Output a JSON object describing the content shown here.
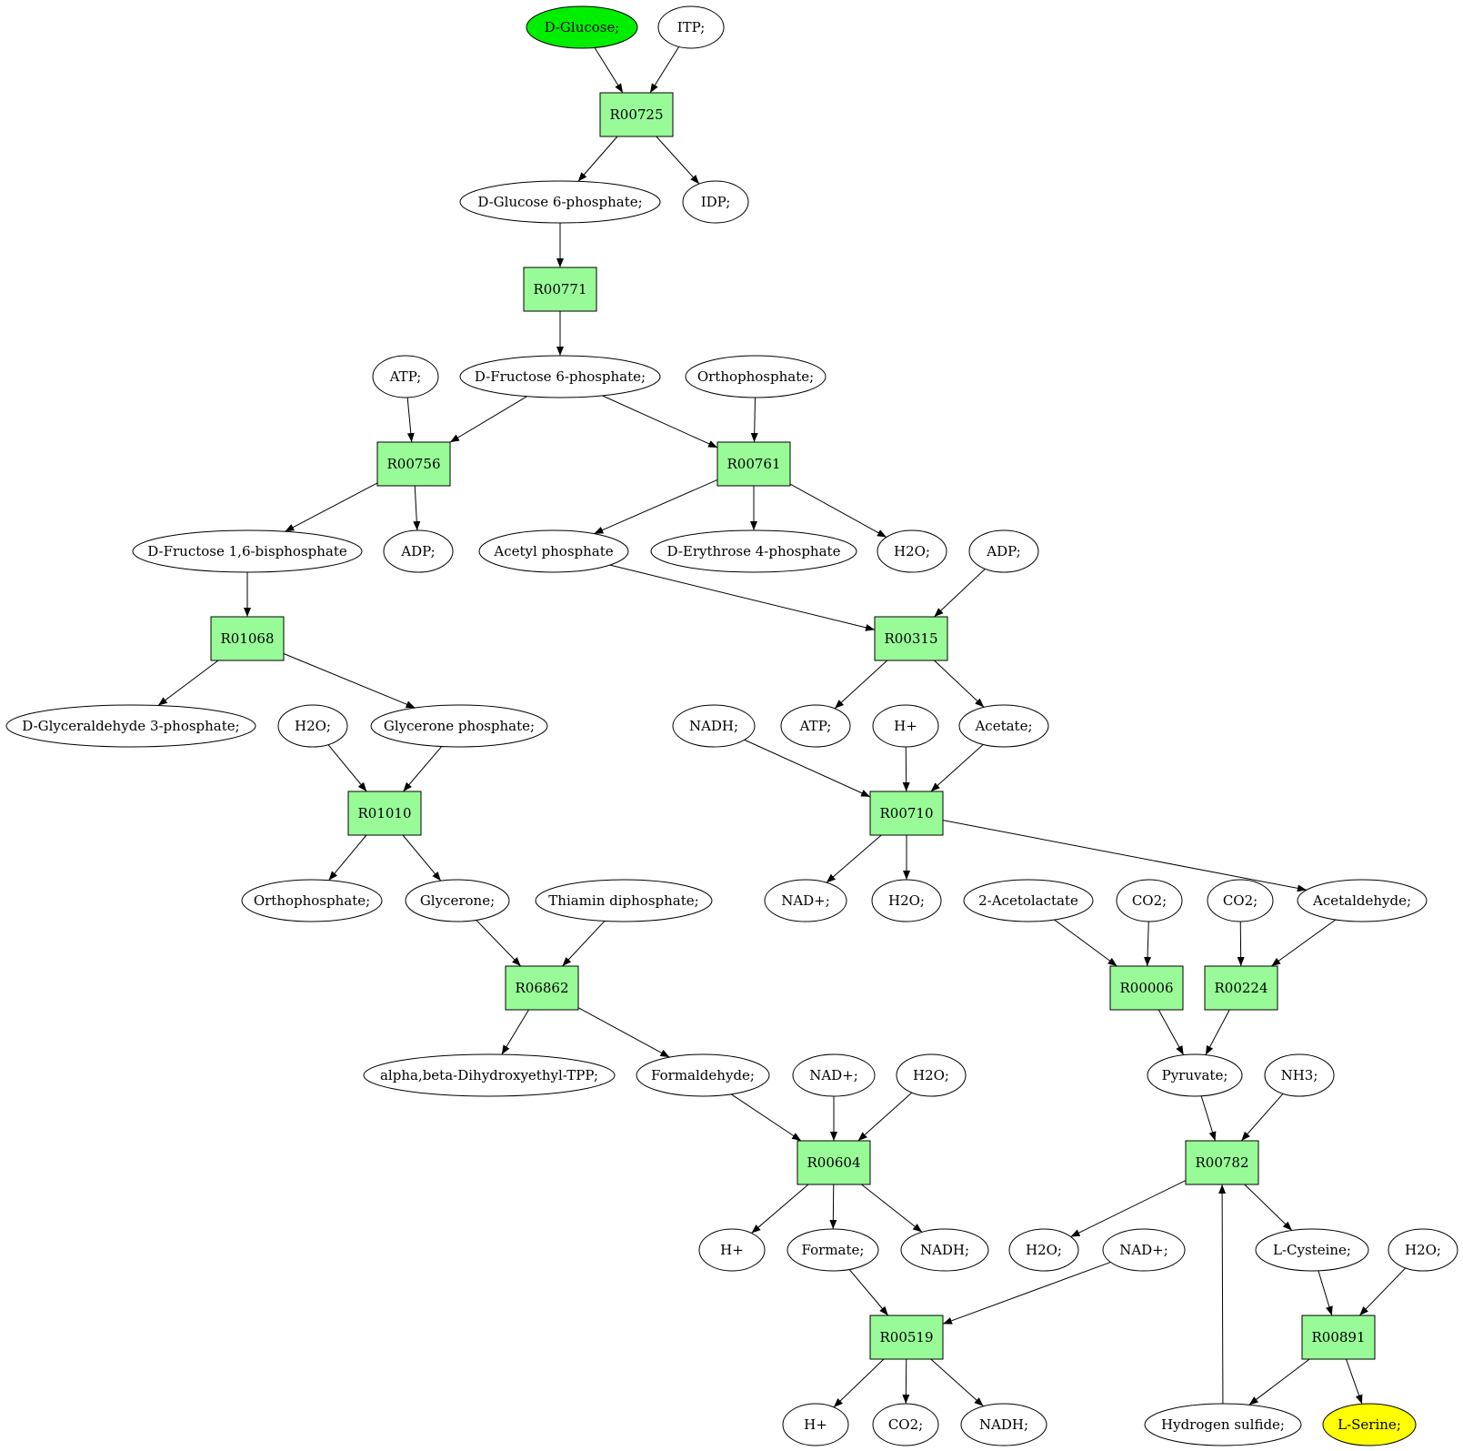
{
  "colors": {
    "reaction_fill": "#98fb98",
    "start_fill": "#00ee00",
    "target_fill": "#ffff00",
    "compound_fill": "#ffffff",
    "stroke": "#000000"
  },
  "nodes": [
    {
      "id": "c_glucose",
      "kind": "compound",
      "role": "start",
      "label": "D-Glucose;"
    },
    {
      "id": "c_itp",
      "kind": "compound",
      "label": "ITP;"
    },
    {
      "id": "r00725",
      "kind": "reaction",
      "label": "R00725"
    },
    {
      "id": "c_g6p",
      "kind": "compound",
      "label": "D-Glucose 6-phosphate;"
    },
    {
      "id": "c_idp",
      "kind": "compound",
      "label": "IDP;"
    },
    {
      "id": "r00771",
      "kind": "reaction",
      "label": "R00771"
    },
    {
      "id": "c_atp1",
      "kind": "compound",
      "label": "ATP;"
    },
    {
      "id": "c_f6p",
      "kind": "compound",
      "label": "D-Fructose 6-phosphate;"
    },
    {
      "id": "c_pi1",
      "kind": "compound",
      "label": "Orthophosphate;"
    },
    {
      "id": "r00756",
      "kind": "reaction",
      "label": "R00756"
    },
    {
      "id": "r00761",
      "kind": "reaction",
      "label": "R00761"
    },
    {
      "id": "c_fbp",
      "kind": "compound",
      "label": "D-Fructose 1,6-bisphosphate"
    },
    {
      "id": "c_adp1",
      "kind": "compound",
      "label": "ADP;"
    },
    {
      "id": "c_acp",
      "kind": "compound",
      "label": "Acetyl phosphate"
    },
    {
      "id": "c_e4p",
      "kind": "compound",
      "label": "D-Erythrose 4-phosphate"
    },
    {
      "id": "c_h2o1",
      "kind": "compound",
      "label": "H2O;"
    },
    {
      "id": "c_adp2",
      "kind": "compound",
      "label": "ADP;"
    },
    {
      "id": "r01068",
      "kind": "reaction",
      "label": "R01068"
    },
    {
      "id": "r00315",
      "kind": "reaction",
      "label": "R00315"
    },
    {
      "id": "c_gap",
      "kind": "compound",
      "label": "D-Glyceraldehyde 3-phosphate;"
    },
    {
      "id": "c_h2o2",
      "kind": "compound",
      "label": "H2O;"
    },
    {
      "id": "c_dhap",
      "kind": "compound",
      "label": "Glycerone phosphate;"
    },
    {
      "id": "c_nadh1",
      "kind": "compound",
      "label": "NADH;"
    },
    {
      "id": "c_atp2",
      "kind": "compound",
      "label": "ATP;"
    },
    {
      "id": "c_h1",
      "kind": "compound",
      "label": "H+"
    },
    {
      "id": "c_acetate",
      "kind": "compound",
      "label": "Acetate;"
    },
    {
      "id": "r01010",
      "kind": "reaction",
      "label": "R01010"
    },
    {
      "id": "r00710",
      "kind": "reaction",
      "label": "R00710"
    },
    {
      "id": "c_pi2",
      "kind": "compound",
      "label": "Orthophosphate;"
    },
    {
      "id": "c_glycerone",
      "kind": "compound",
      "label": "Glycerone;"
    },
    {
      "id": "c_tpp",
      "kind": "compound",
      "label": "Thiamin diphosphate;"
    },
    {
      "id": "c_nad1",
      "kind": "compound",
      "label": "NAD+;"
    },
    {
      "id": "c_h2o3",
      "kind": "compound",
      "label": "H2O;"
    },
    {
      "id": "c_acetolactate",
      "kind": "compound",
      "label": "2-Acetolactate"
    },
    {
      "id": "c_co2a",
      "kind": "compound",
      "label": "CO2;"
    },
    {
      "id": "c_co2b",
      "kind": "compound",
      "label": "CO2;"
    },
    {
      "id": "c_acetaldehyde",
      "kind": "compound",
      "label": "Acetaldehyde;"
    },
    {
      "id": "r06862",
      "kind": "reaction",
      "label": "R06862"
    },
    {
      "id": "r00006",
      "kind": "reaction",
      "label": "R00006"
    },
    {
      "id": "r00224",
      "kind": "reaction",
      "label": "R00224"
    },
    {
      "id": "c_dhe_tpp",
      "kind": "compound",
      "label": "alpha,beta-Dihydroxyethyl-TPP;"
    },
    {
      "id": "c_formaldehyde",
      "kind": "compound",
      "label": "Formaldehyde;"
    },
    {
      "id": "c_nad2",
      "kind": "compound",
      "label": "NAD+;"
    },
    {
      "id": "c_h2o4",
      "kind": "compound",
      "label": "H2O;"
    },
    {
      "id": "c_pyruvate",
      "kind": "compound",
      "label": "Pyruvate;"
    },
    {
      "id": "c_nh3",
      "kind": "compound",
      "label": "NH3;"
    },
    {
      "id": "r00604",
      "kind": "reaction",
      "label": "R00604"
    },
    {
      "id": "r00782",
      "kind": "reaction",
      "label": "R00782"
    },
    {
      "id": "c_h2",
      "kind": "compound",
      "label": "H+"
    },
    {
      "id": "c_formate",
      "kind": "compound",
      "label": "Formate;"
    },
    {
      "id": "c_nadh2",
      "kind": "compound",
      "label": "NADH;"
    },
    {
      "id": "c_h2o5",
      "kind": "compound",
      "label": "H2O;"
    },
    {
      "id": "c_nad3",
      "kind": "compound",
      "label": "NAD+;"
    },
    {
      "id": "c_cys",
      "kind": "compound",
      "label": "L-Cysteine;"
    },
    {
      "id": "c_h2o6",
      "kind": "compound",
      "label": "H2O;"
    },
    {
      "id": "r00519",
      "kind": "reaction",
      "label": "R00519"
    },
    {
      "id": "r00891",
      "kind": "reaction",
      "label": "R00891"
    },
    {
      "id": "c_h3",
      "kind": "compound",
      "label": "H+"
    },
    {
      "id": "c_co2c",
      "kind": "compound",
      "label": "CO2;"
    },
    {
      "id": "c_nadh3",
      "kind": "compound",
      "label": "NADH;"
    },
    {
      "id": "c_h2s",
      "kind": "compound",
      "label": "Hydrogen sulfide;"
    },
    {
      "id": "c_serine",
      "kind": "compound",
      "role": "target",
      "label": "L-Serine;"
    }
  ],
  "edges": [
    [
      "c_glucose",
      "r00725"
    ],
    [
      "c_itp",
      "r00725"
    ],
    [
      "r00725",
      "c_g6p"
    ],
    [
      "r00725",
      "c_idp"
    ],
    [
      "c_g6p",
      "r00771"
    ],
    [
      "r00771",
      "c_f6p"
    ],
    [
      "c_atp1",
      "r00756"
    ],
    [
      "c_f6p",
      "r00756"
    ],
    [
      "c_f6p",
      "r00761"
    ],
    [
      "c_pi1",
      "r00761"
    ],
    [
      "r00756",
      "c_fbp"
    ],
    [
      "r00756",
      "c_adp1"
    ],
    [
      "r00761",
      "c_acp"
    ],
    [
      "r00761",
      "c_e4p"
    ],
    [
      "r00761",
      "c_h2o1"
    ],
    [
      "c_fbp",
      "r01068"
    ],
    [
      "c_acp",
      "r00315"
    ],
    [
      "c_adp2",
      "r00315"
    ],
    [
      "r01068",
      "c_gap"
    ],
    [
      "r01068",
      "c_dhap"
    ],
    [
      "r00315",
      "c_atp2"
    ],
    [
      "r00315",
      "c_acetate"
    ],
    [
      "c_h2o2",
      "r01010"
    ],
    [
      "c_dhap",
      "r01010"
    ],
    [
      "c_nadh1",
      "r00710"
    ],
    [
      "c_h1",
      "r00710"
    ],
    [
      "c_acetate",
      "r00710"
    ],
    [
      "r01010",
      "c_pi2"
    ],
    [
      "r01010",
      "c_glycerone"
    ],
    [
      "r00710",
      "c_nad1"
    ],
    [
      "r00710",
      "c_h2o3"
    ],
    [
      "r00710",
      "c_acetaldehyde"
    ],
    [
      "c_glycerone",
      "r06862"
    ],
    [
      "c_tpp",
      "r06862"
    ],
    [
      "c_acetolactate",
      "r00006"
    ],
    [
      "c_co2a",
      "r00006"
    ],
    [
      "c_co2b",
      "r00224"
    ],
    [
      "c_acetaldehyde",
      "r00224"
    ],
    [
      "r06862",
      "c_dhe_tpp"
    ],
    [
      "r06862",
      "c_formaldehyde"
    ],
    [
      "r00006",
      "c_pyruvate"
    ],
    [
      "r00224",
      "c_pyruvate"
    ],
    [
      "c_formaldehyde",
      "r00604"
    ],
    [
      "c_nad2",
      "r00604"
    ],
    [
      "c_h2o4",
      "r00604"
    ],
    [
      "c_pyruvate",
      "r00782"
    ],
    [
      "c_nh3",
      "r00782"
    ],
    [
      "r00604",
      "c_h2"
    ],
    [
      "r00604",
      "c_formate"
    ],
    [
      "r00604",
      "c_nadh2"
    ],
    [
      "r00782",
      "c_h2o5"
    ],
    [
      "r00782",
      "c_cys"
    ],
    [
      "c_formate",
      "r00519"
    ],
    [
      "c_nad3",
      "r00519"
    ],
    [
      "c_cys",
      "r00891"
    ],
    [
      "c_h2o6",
      "r00891"
    ],
    [
      "r00519",
      "c_h3"
    ],
    [
      "r00519",
      "c_co2c"
    ],
    [
      "r00519",
      "c_nadh3"
    ],
    [
      "r00891",
      "c_h2s"
    ],
    [
      "r00891",
      "c_serine"
    ],
    [
      "c_h2s",
      "r00782"
    ]
  ]
}
